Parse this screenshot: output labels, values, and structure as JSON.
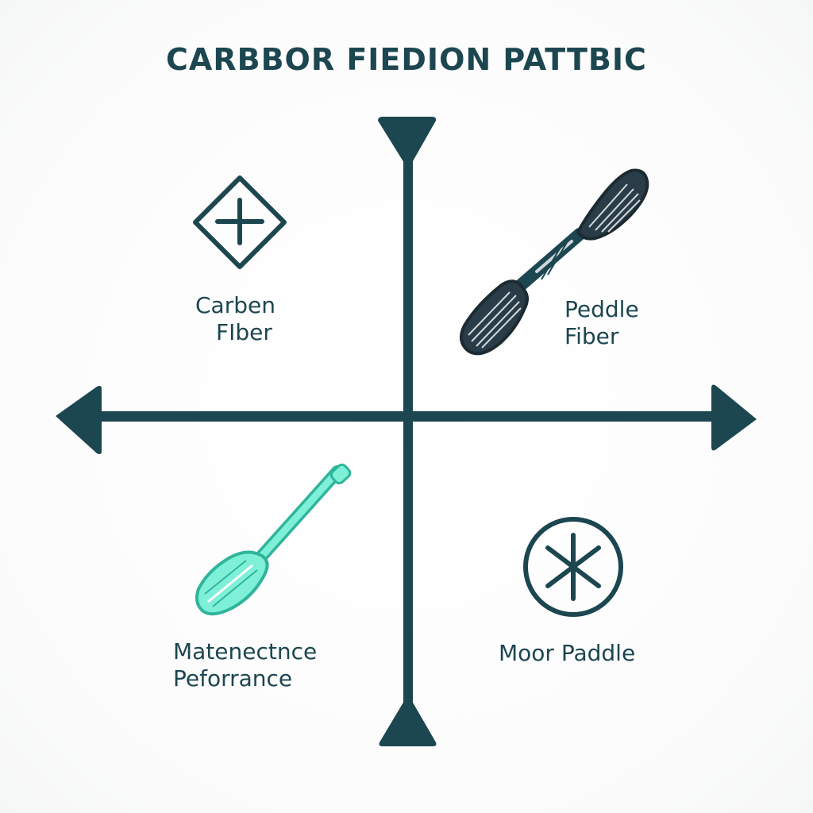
{
  "title": "CARBBOR FIEDION PATTBIC",
  "colors": {
    "axis": "#1c4650",
    "text": "#1c4650",
    "accent_teal": "#5fe0c4",
    "accent_teal_stroke": "#2fb59a"
  },
  "quadrants": {
    "top_left": {
      "icon": "diamond-plus-icon",
      "lines": [
        "Carben",
        "FIber"
      ]
    },
    "top_right": {
      "icon": "double-paddle-icon",
      "lines": [
        "Peddle",
        "Fiber"
      ]
    },
    "bottom_left": {
      "icon": "teal-paddle-icon",
      "lines": [
        "Matenectnce",
        "Peforrance"
      ]
    },
    "bottom_right": {
      "icon": "circle-asterisk-icon",
      "lines": [
        "Moor Paddle"
      ]
    }
  }
}
